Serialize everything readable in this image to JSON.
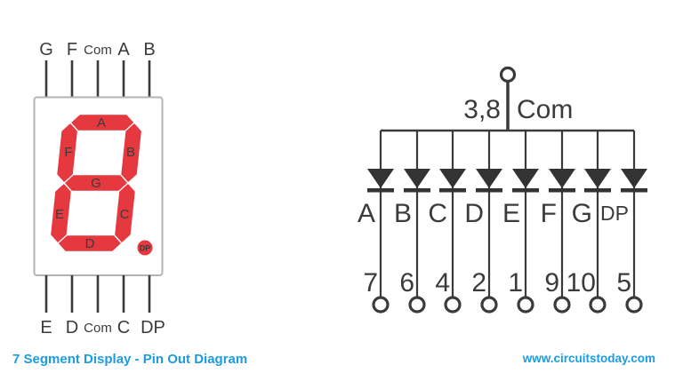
{
  "colors": {
    "segment_red": "#e5383f",
    "brand_blue": "#1c9ce0",
    "line_dark": "#3a3a3a",
    "box_border": "#b3b3b3"
  },
  "left": {
    "top_pins": [
      "G",
      "F",
      "Com",
      "A",
      "B"
    ],
    "bottom_pins": [
      "E",
      "D",
      "Com",
      "C",
      "DP"
    ],
    "segments": {
      "a": "A",
      "f": "F",
      "b": "B",
      "g": "G",
      "e": "E",
      "c": "C",
      "d": "D",
      "dp": "DP"
    }
  },
  "right": {
    "common_pins": "3,8",
    "common_label": "Com",
    "branches": [
      {
        "segment": "A",
        "pin": "7"
      },
      {
        "segment": "B",
        "pin": "6"
      },
      {
        "segment": "C",
        "pin": "4"
      },
      {
        "segment": "D",
        "pin": "2"
      },
      {
        "segment": "E",
        "pin": "1"
      },
      {
        "segment": "F",
        "pin": "9"
      },
      {
        "segment": "G",
        "pin": "10"
      },
      {
        "segment": "DP",
        "pin": "5"
      }
    ]
  },
  "footer": {
    "title": "7 Segment Display - Pin Out Diagram",
    "website": "www.circuitstoday.com"
  }
}
